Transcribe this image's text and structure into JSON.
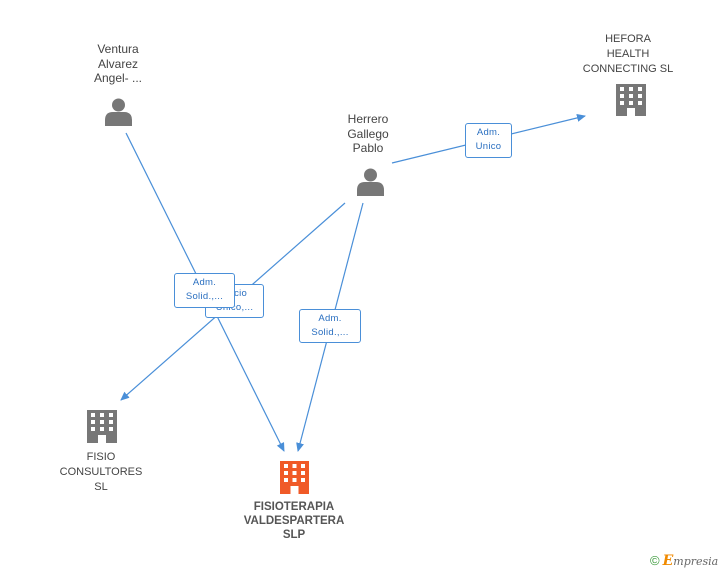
{
  "colors": {
    "edge": "#4a8fd8",
    "person_icon": "#777777",
    "building_icon": "#777777",
    "main_building_icon": "#f05a28"
  },
  "nodes": {
    "ventura": {
      "label": "Ventura\nAlvarez\nAngel- ...",
      "icon": "person-icon"
    },
    "herrero": {
      "label": "Herrero\nGallego\nPablo",
      "icon": "person-icon"
    },
    "hefora": {
      "label": "HEFORA\nHEALTH\nCONNECTING SL",
      "icon": "building-icon"
    },
    "fisio_consultores": {
      "label": "FISIO\nCONSULTORES\nSL",
      "icon": "building-icon"
    },
    "fisioterapia": {
      "label": "FISIOTERAPIA\nVALDESPARTERA\nSLP",
      "icon": "building-icon"
    }
  },
  "edges": {
    "herrero_hefora": "Adm.\nUnico",
    "herrero_fisio_consultores": "Socio\nÚnico,...",
    "ventura_fisioterapia": "Adm.\nSolid.,...",
    "herrero_fisioterapia": "Adm.\nSolid.,..."
  },
  "watermark": {
    "copyright": "©",
    "brand_initial": "E",
    "brand_rest": "mpresia"
  }
}
